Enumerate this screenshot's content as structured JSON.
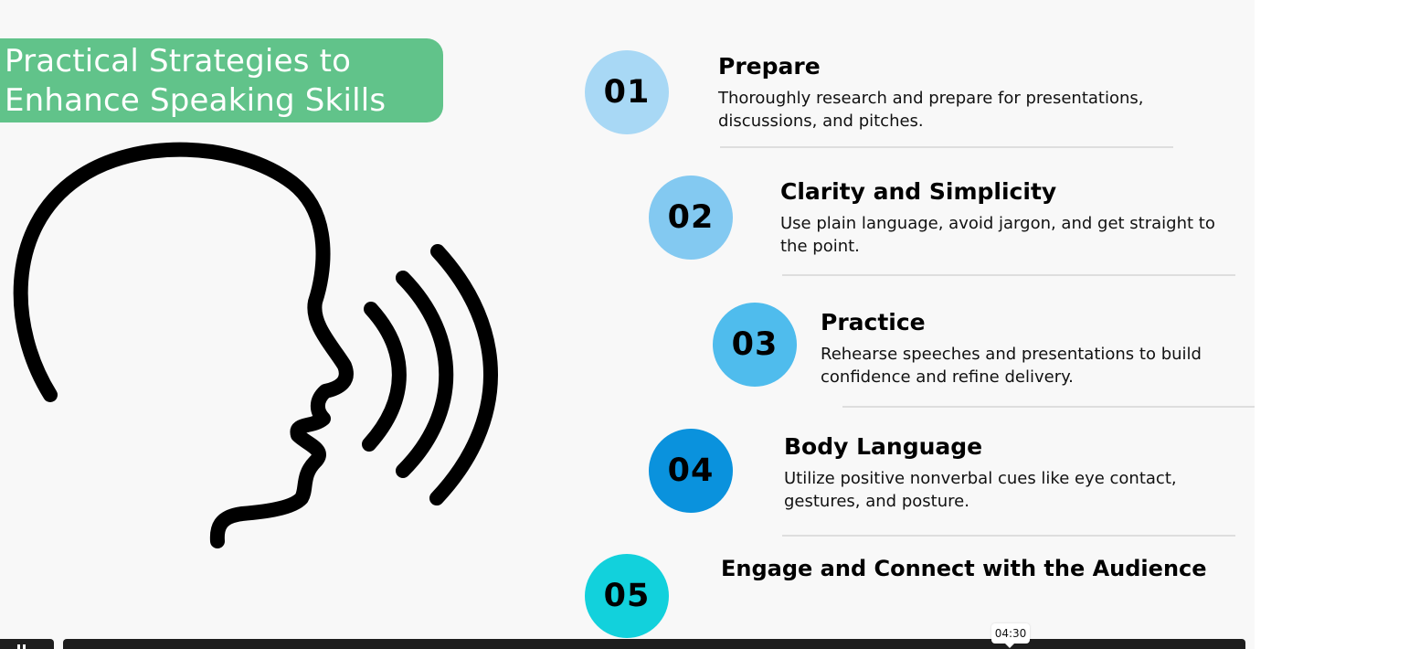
{
  "slide": {
    "title_line1": "Practical Strategies to",
    "title_line2": "Enhance Speaking Skills",
    "title_bg_color": "#61c38a",
    "illustration_icon": "speaking-head-icon",
    "steps": [
      {
        "number": "01",
        "title": "Prepare",
        "description": "Thoroughly research and prepare for presentations, discussions, and pitches.",
        "circle_color": "#a8d8f5"
      },
      {
        "number": "02",
        "title": "Clarity and Simplicity",
        "description": "Use plain language, avoid jargon, and get straight to the point.",
        "circle_color": "#83c9f1"
      },
      {
        "number": "03",
        "title": "Practice",
        "description": "Rehearse speeches and presentations to build confidence and refine delivery.",
        "circle_color": "#4fbced"
      },
      {
        "number": "04",
        "title": "Body Language",
        "description": "Utilize positive nonverbal cues like eye contact, gestures, and posture.",
        "circle_color": "#0a92dd"
      },
      {
        "number": "05",
        "title": "Engage and Connect with the Audience",
        "description": "",
        "circle_color": "#12d1dc"
      }
    ]
  },
  "player": {
    "hover_time": "04:30",
    "play_pause_icon": "pause-icon"
  }
}
